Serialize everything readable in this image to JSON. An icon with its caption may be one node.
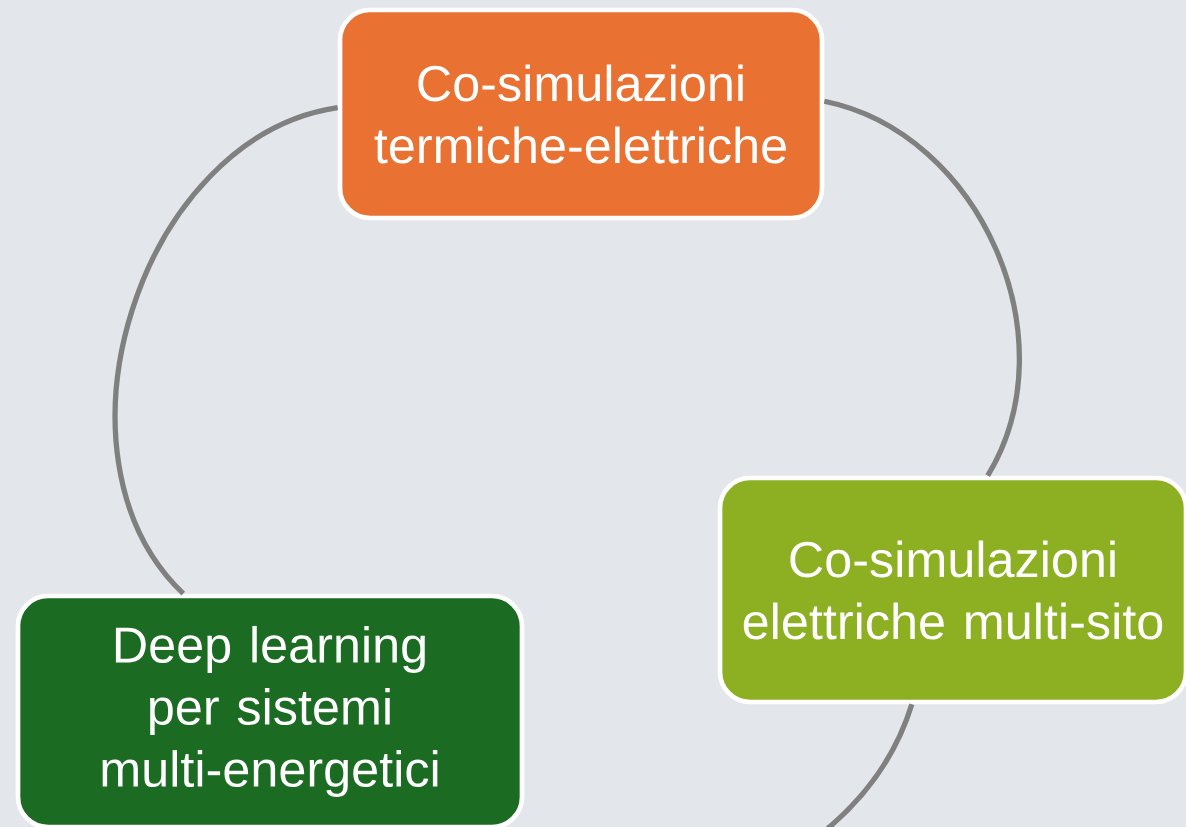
{
  "diagram": {
    "nodes": [
      {
        "text": [
          "Co-simulazioni termiche-elettriche"
        ]
      },
      {
        "text": [
          "Co-simulazioni elettriche multi-sito"
        ]
      },
      {
        "text": [
          "Deep learning per sistemi multi-energetici"
        ]
      }
    ],
    "edges": [
      {
        "from": 0,
        "to": 1,
        "arrow": "none"
      },
      {
        "from": 1,
        "to": 2,
        "arrow": "none"
      },
      {
        "from": 2,
        "to": 0,
        "arrow": "none"
      }
    ]
  }
}
